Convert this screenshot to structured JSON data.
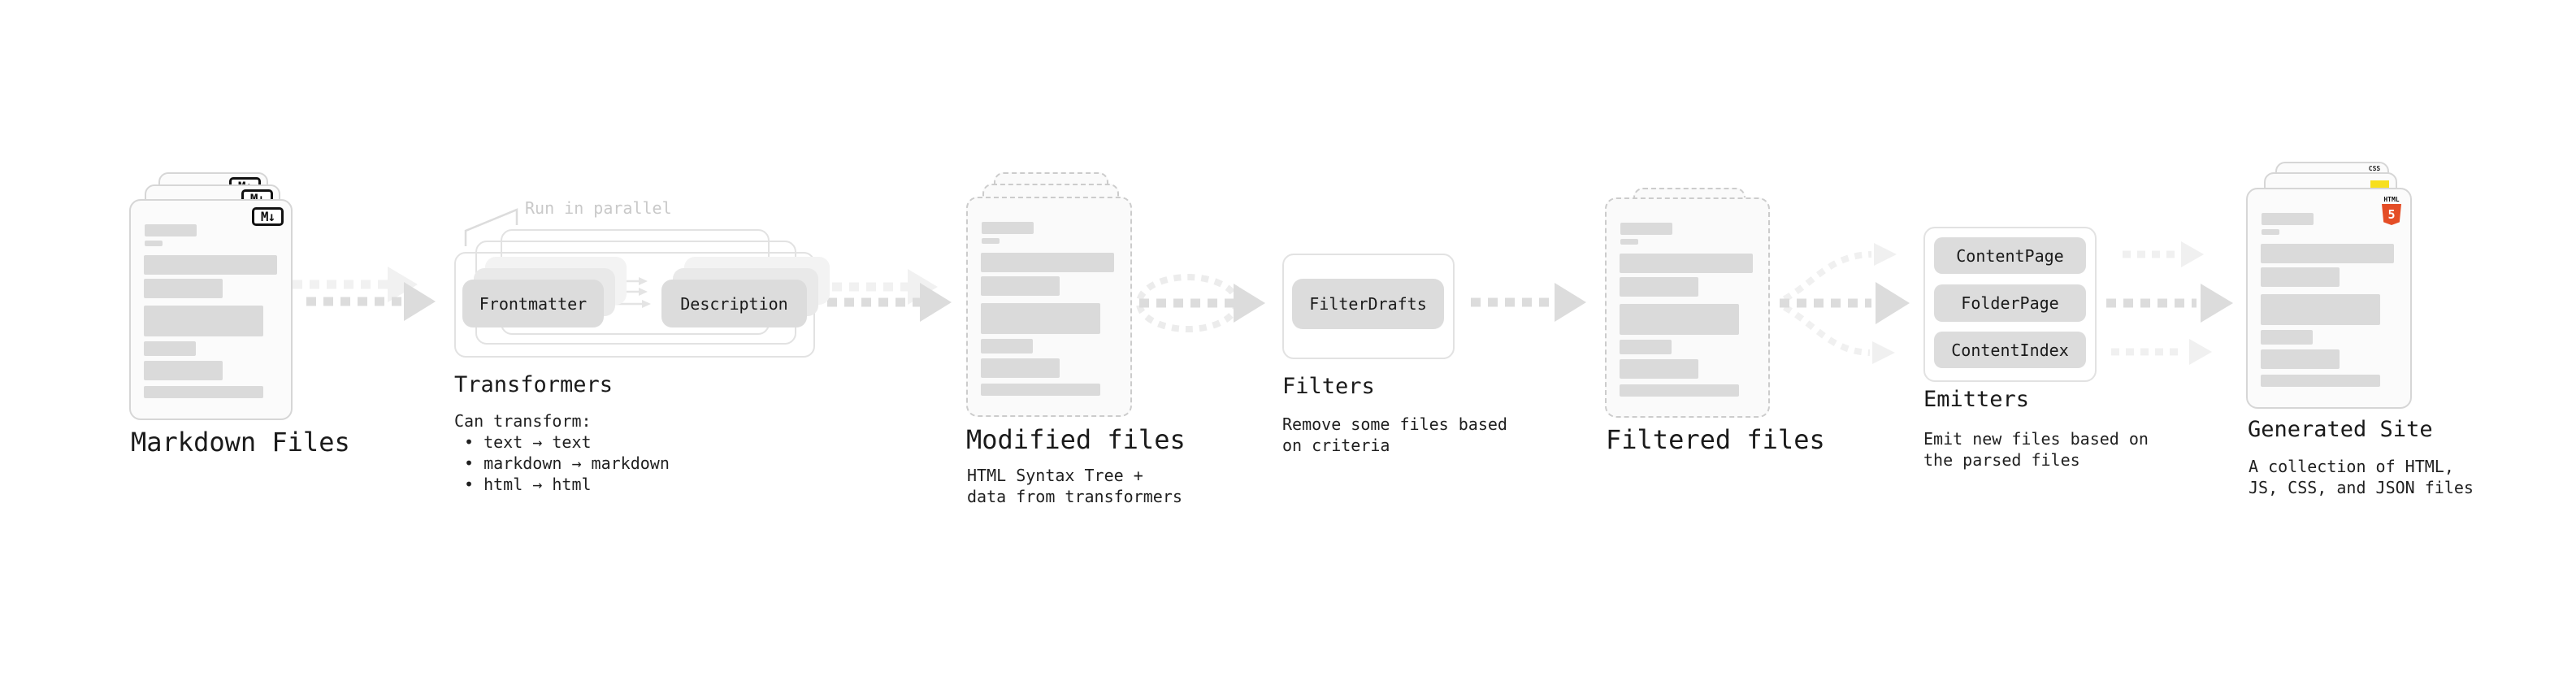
{
  "pipeline": {
    "markdown_files": {
      "label": "Markdown Files",
      "file_icon_text": "M↓"
    },
    "transformers": {
      "annotation": "Run in parallel",
      "pill_left": "Frontmatter",
      "pill_right": "Description",
      "label": "Transformers",
      "desc_title": "Can transform:",
      "bullets": [
        "• text → text",
        "• markdown → markdown",
        "• html → html"
      ]
    },
    "modified_files": {
      "label": "Modified files",
      "desc": [
        "HTML Syntax Tree +",
        "data from transformers"
      ]
    },
    "filters": {
      "pill": "FilterDrafts",
      "label": "Filters",
      "desc": [
        "Remove some files based",
        "on criteria"
      ]
    },
    "filtered_files": {
      "label": "Filtered files"
    },
    "emitters": {
      "pills": [
        "ContentPage",
        "FolderPage",
        "ContentIndex"
      ],
      "label": "Emitters",
      "desc": [
        "Emit new files based on",
        "the parsed files"
      ]
    },
    "generated_site": {
      "label": "Generated Site",
      "desc": [
        "A collection of HTML,",
        "JS, CSS, and JSON files"
      ],
      "html5_icon_top": "HTML",
      "html5_icon_number": "5",
      "css_icon_text": "CSS"
    }
  },
  "colors": {
    "arrow_main": "#dcdcdc",
    "arrow_light": "#f0f0f0",
    "card_border": "#d6d6d6",
    "dashed_border": "#cccccc",
    "skeleton_bar": "#dadada",
    "pill_bg": "#dcdcdc",
    "box_border": "#e2e2e2",
    "annotation_gray": "#c9c9c9",
    "text": "#1a1a1a",
    "html5_orange": "#e44d26",
    "js_yellow": "#f7df1e",
    "css_blue": "#2965f1"
  }
}
